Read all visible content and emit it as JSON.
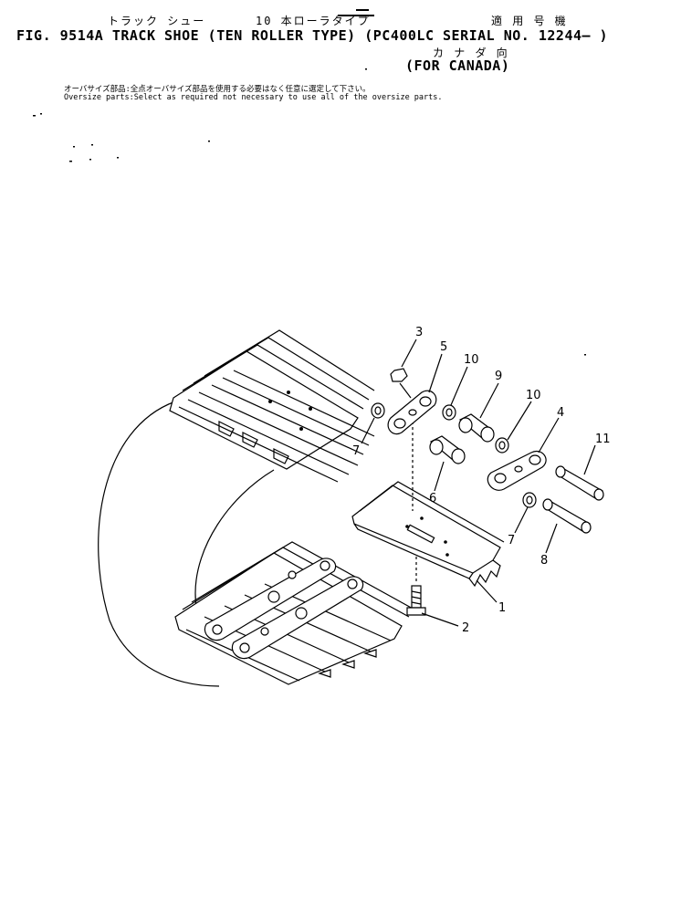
{
  "header": {
    "jp_track_shoe": "トラック シュー",
    "jp_ten_roller": "10 本ローラタイプ",
    "jp_applicable_model": "適 用 号 機",
    "title_line": "FIG. 9514A  TRACK SHOE (TEN ROLLER TYPE) (PC400LC SERIAL NO. 12244— )",
    "jp_canada": "カ ナ ダ 向",
    "for_canada": "(FOR CANADA)",
    "note_jp": "オーバサイズ部品:全点オーバサイズ部品を使用する必要はなく任意に選定して下さい。",
    "note_en": "Oversize parts:Select as required not necessary to use all of the oversize parts."
  },
  "callouts": [
    "1",
    "2",
    "3",
    "4",
    "5",
    "6",
    "7",
    "7",
    "8",
    "9",
    "10",
    "10",
    "11"
  ]
}
